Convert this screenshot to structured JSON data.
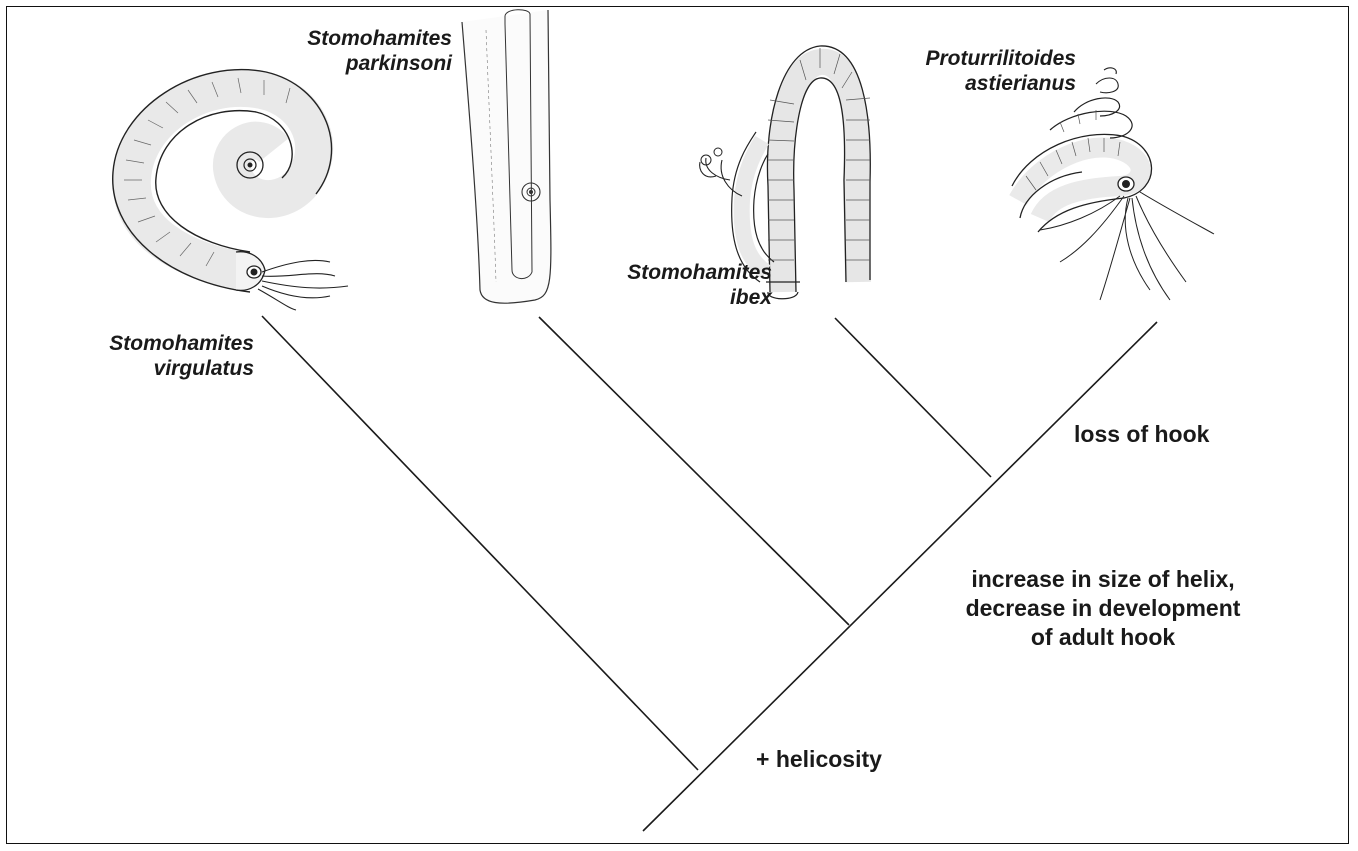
{
  "taxa": [
    {
      "genus": "Stomohamites",
      "species": "virgulatus"
    },
    {
      "genus": "Stomohamites",
      "species": "parkinsoni"
    },
    {
      "genus": "Stomohamites",
      "species": "ibex"
    },
    {
      "genus": "Proturrilitoides",
      "species": "astierianus"
    }
  ],
  "characters": {
    "helicosity": "+ helicosity",
    "helix_line1": "increase in size of helix,",
    "helix_line2": "decrease in development",
    "helix_line3": "of adult hook",
    "hook_loss": "loss of hook"
  },
  "colors": {
    "ink": "#1a1a1a",
    "shell_fill": "#f3f3f3"
  }
}
